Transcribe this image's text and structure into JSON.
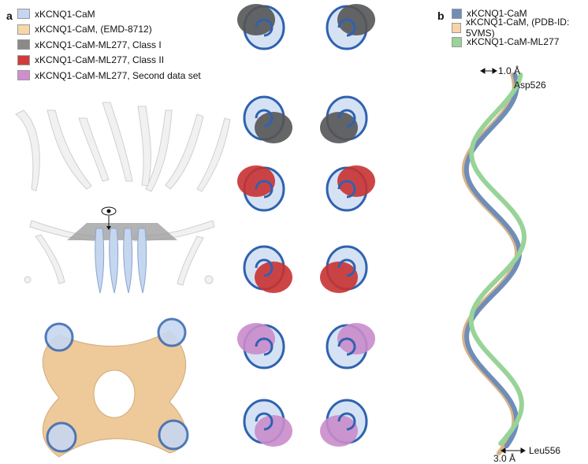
{
  "panel_a": {
    "label": "a",
    "legend": [
      {
        "label": "xKCNQ1-CaM",
        "color": "#c5d6ef"
      },
      {
        "label": "xKCNQ1-CaM, (EMD-8712)",
        "color": "#f6d7a8"
      },
      {
        "label": "xKCNQ1-CaM-ML277, Class I",
        "color": "#8a8a8a"
      },
      {
        "label": "xKCNQ1-CaM-ML277, Class II",
        "color": "#d03a3a"
      },
      {
        "label": "xKCNQ1-CaM-ML277, Second data set",
        "color": "#cf8fcf"
      }
    ]
  },
  "panel_b": {
    "label": "b",
    "legend": [
      {
        "label": "xKCNQ1-CaM",
        "color": "#6f8db8"
      },
      {
        "label": "xKCNQ1-CaM, (PDB-ID: 5VMS)",
        "color": "#f6d3a8"
      },
      {
        "label": "xKCNQ1-CaM-ML277",
        "color": "#98d398"
      }
    ],
    "annotations": {
      "top_distance": "1.0 Å",
      "top_residue": "Asp526",
      "bottom_residue": "Leu556",
      "bottom_distance": "3.0 Å"
    }
  }
}
